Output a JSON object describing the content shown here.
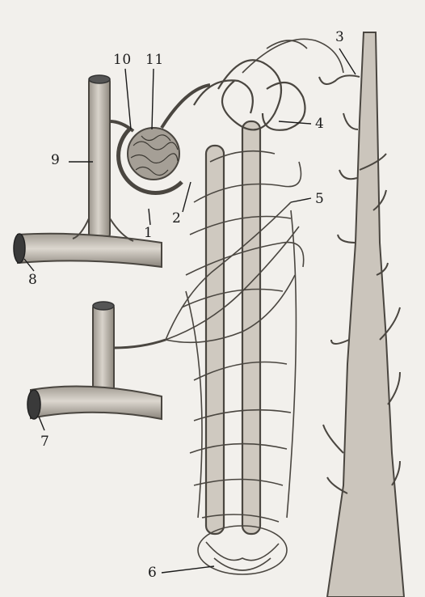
{
  "figure": {
    "labels": [
      {
        "id": "1",
        "text": "1"
      },
      {
        "id": "2",
        "text": "2"
      },
      {
        "id": "3",
        "text": "3"
      },
      {
        "id": "4",
        "text": "4"
      },
      {
        "id": "5",
        "text": "5"
      },
      {
        "id": "6",
        "text": "6"
      },
      {
        "id": "7",
        "text": "7"
      },
      {
        "id": "8",
        "text": "8"
      },
      {
        "id": "9",
        "text": "9"
      },
      {
        "id": "10",
        "text": "10"
      },
      {
        "id": "11",
        "text": "11"
      }
    ]
  },
  "colors": {
    "ink": "#3a3a3a",
    "vessel_fill": "#c9c4bc",
    "vessel_dark": "#8a847b",
    "background": "#f2f0ec"
  }
}
